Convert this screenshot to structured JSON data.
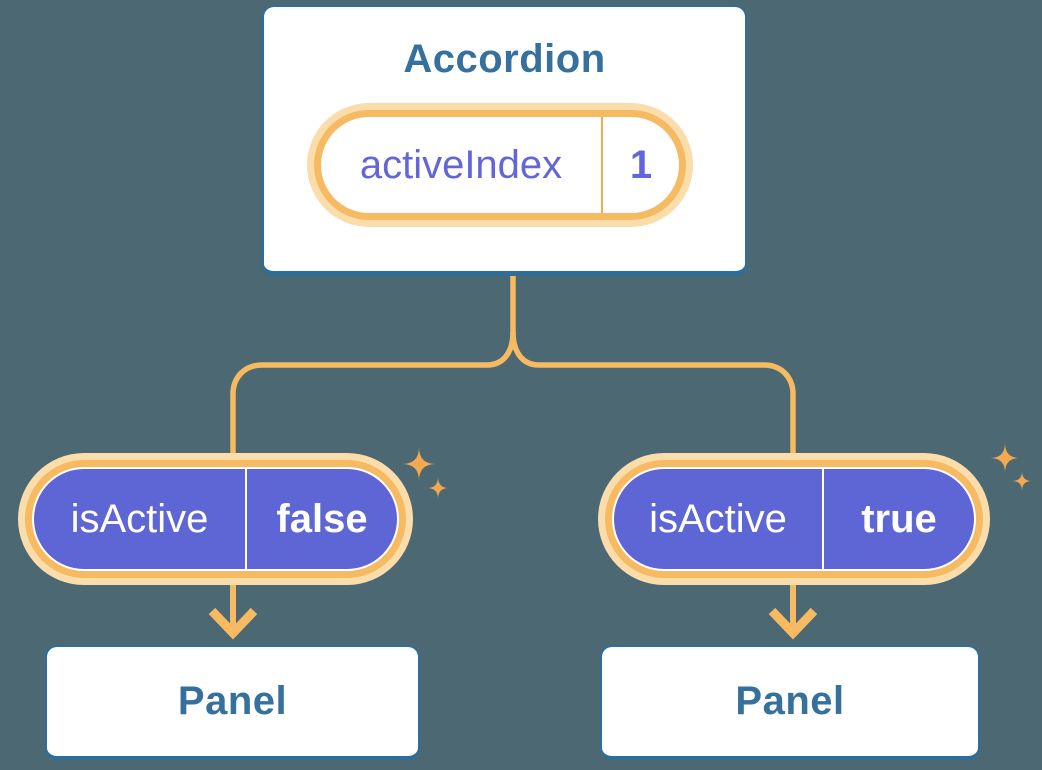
{
  "palette": {
    "background": "#4c6872",
    "node_border_blue": "#2d6e9b",
    "node_text_blue": "#35719c",
    "pill_purple_fill": "#5e65d4",
    "pill_purple_text": "#6366d8",
    "line_orange": "#f6ba62",
    "ring_cream": "#fbdcab",
    "sparkle_orange": "#f3a94f"
  },
  "accordion": {
    "title": "Accordion",
    "state_pill": {
      "name": "activeIndex",
      "value": "1"
    }
  },
  "panels": [
    {
      "label": "Panel",
      "prop_pill": {
        "name": "isActive",
        "value": "false"
      }
    },
    {
      "label": "Panel",
      "prop_pill": {
        "name": "isActive",
        "value": "true"
      }
    }
  ],
  "icons": {
    "sparkle": "four-point-star",
    "arrow": "arrow-down"
  }
}
